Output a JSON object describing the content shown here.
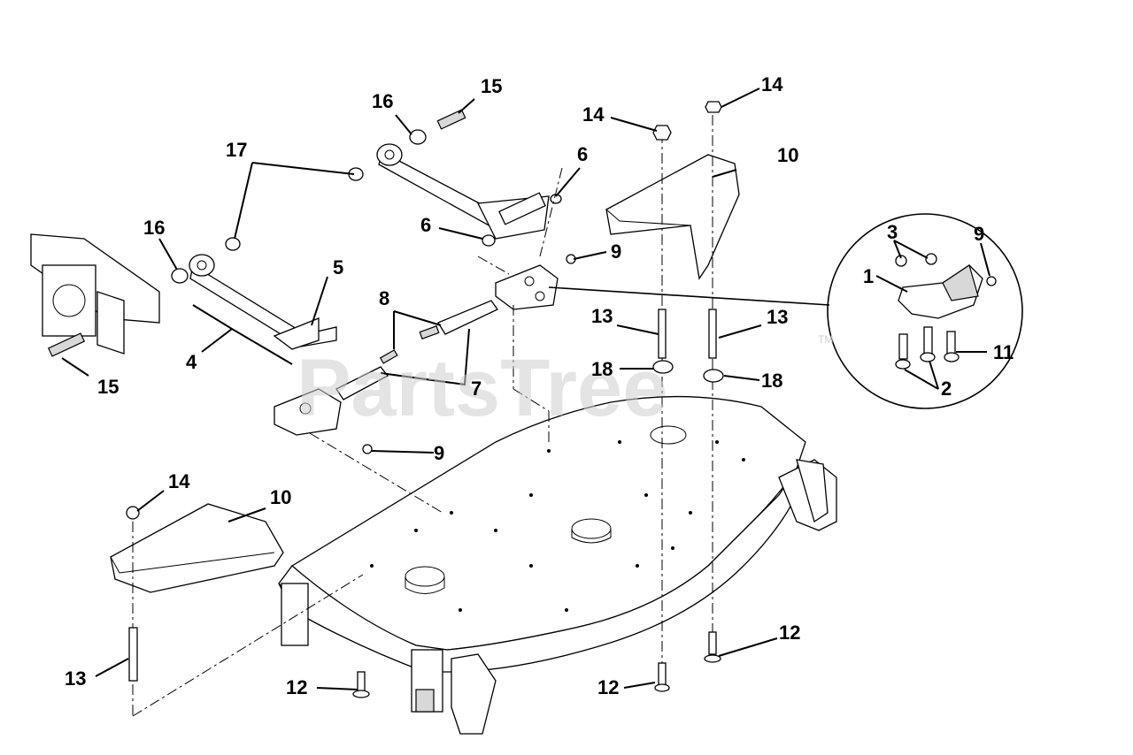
{
  "watermark": {
    "text": "PartsTree",
    "trademark": "TM"
  },
  "callouts": {
    "c1": "1",
    "c2": "2",
    "c3": "3",
    "c4": "4",
    "c5": "5",
    "c6a": "6",
    "c6b": "6",
    "c7": "7",
    "c8": "8",
    "c9a": "9",
    "c9b": "9",
    "c9c": "9",
    "c10a": "10",
    "c10b": "10",
    "c11": "11",
    "c12a": "12",
    "c12b": "12",
    "c12c": "12",
    "c13a": "13",
    "c13b": "13",
    "c13c": "13",
    "c14a": "14",
    "c14b": "14",
    "c14c": "14",
    "c15a": "15",
    "c15b": "15",
    "c16a": "16",
    "c16b": "16",
    "c17": "17",
    "c18a": "18",
    "c18b": "18"
  }
}
